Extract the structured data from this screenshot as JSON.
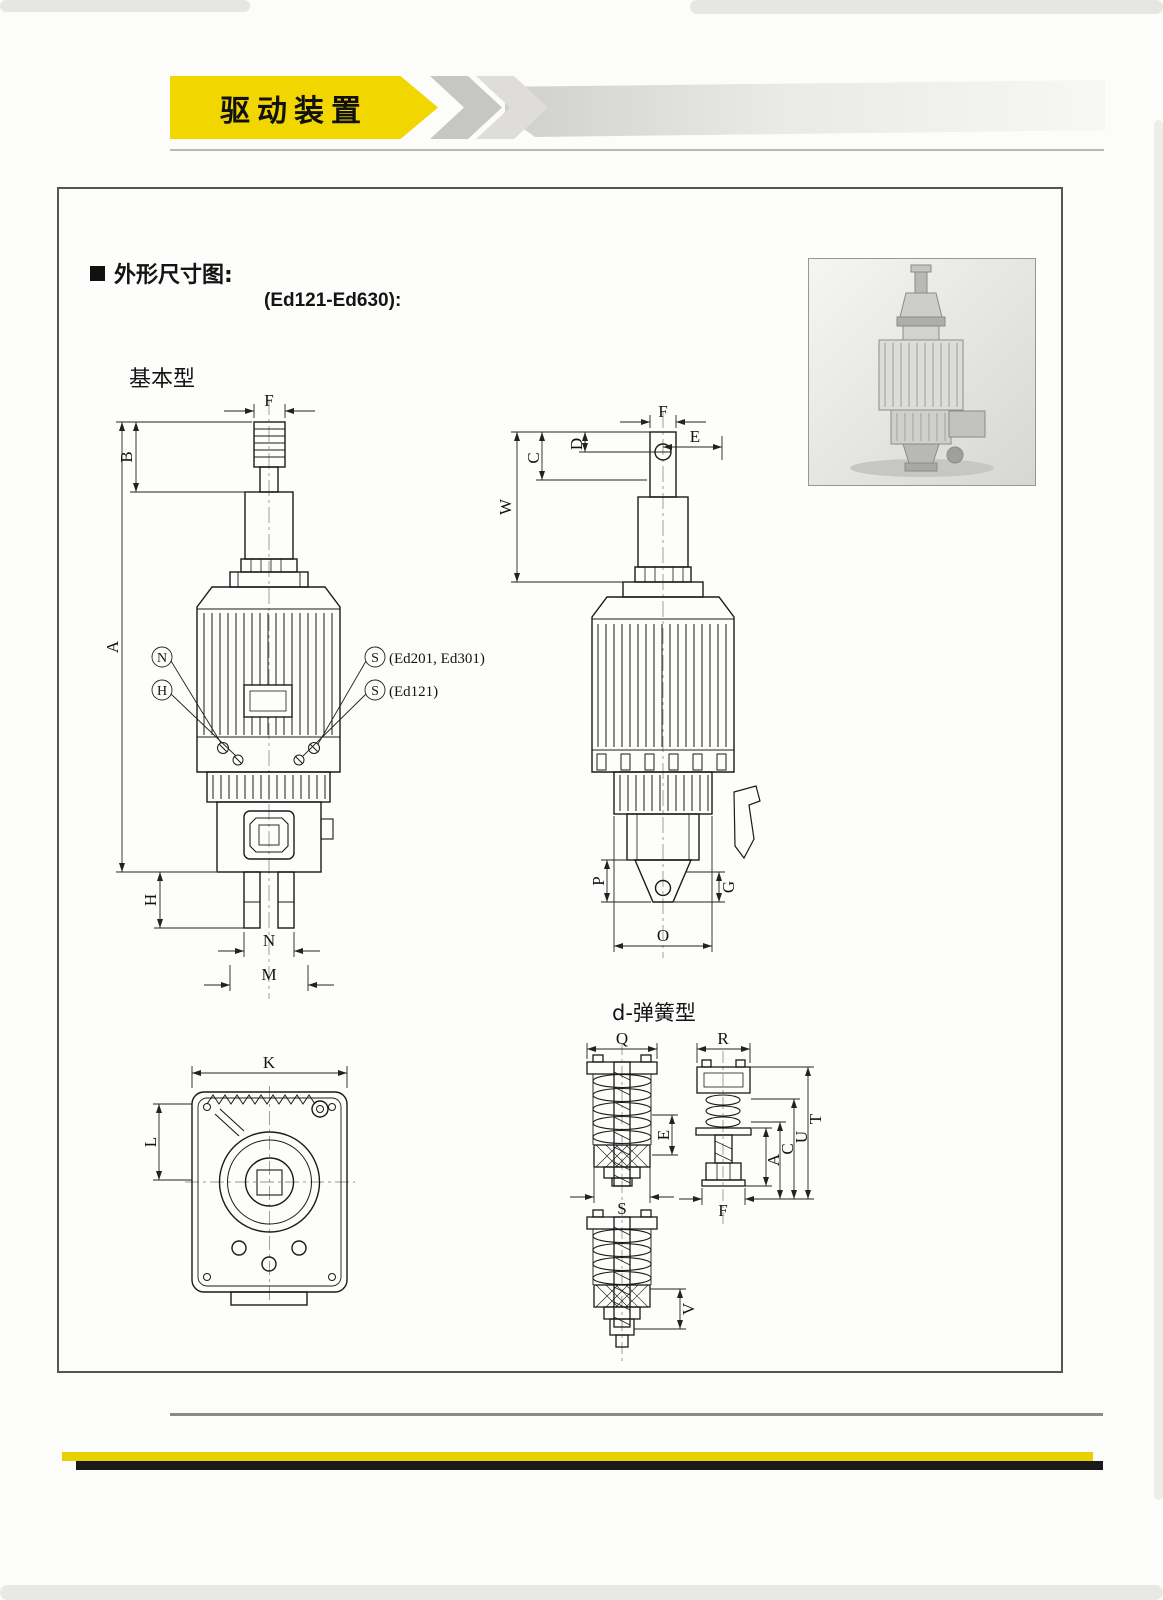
{
  "header": {
    "title": "驱动装置"
  },
  "drawing": {
    "section_title": "外形尺寸图:",
    "model_range": "(Ed121-Ed630):",
    "basic_type_label": "基本型",
    "spring_type_label": "d-弹簧型"
  },
  "front_view": {
    "dim_F": "F",
    "dim_B": "B",
    "dim_A": "A",
    "dim_H": "H",
    "dim_N": "N",
    "dim_M": "M",
    "callout_N": "N",
    "callout_H": "H",
    "callout_S_upper": "S",
    "callout_S_lower": "S",
    "note_S_upper": "(Ed201, Ed301)",
    "note_S_lower": "(Ed121)"
  },
  "side_view": {
    "dim_F": "F",
    "dim_E": "E",
    "dim_D": "D",
    "dim_C": "C",
    "dim_W": "W",
    "dim_P": "P",
    "dim_G": "G",
    "dim_O": "O"
  },
  "top_view": {
    "dim_K": "K",
    "dim_L": "L"
  },
  "spring_view": {
    "dim_Q": "Q",
    "dim_R": "R",
    "dim_E": "E",
    "dim_T": "T",
    "dim_U": "U",
    "dim_C": "C",
    "dim_A": "A",
    "dim_S": "S",
    "dim_F": "F",
    "dim_V": "V"
  },
  "colors": {
    "accent_yellow": "#f2d600",
    "footer_bar_black": "#1a1a1a",
    "drawing_line": "#1a1a1a"
  }
}
